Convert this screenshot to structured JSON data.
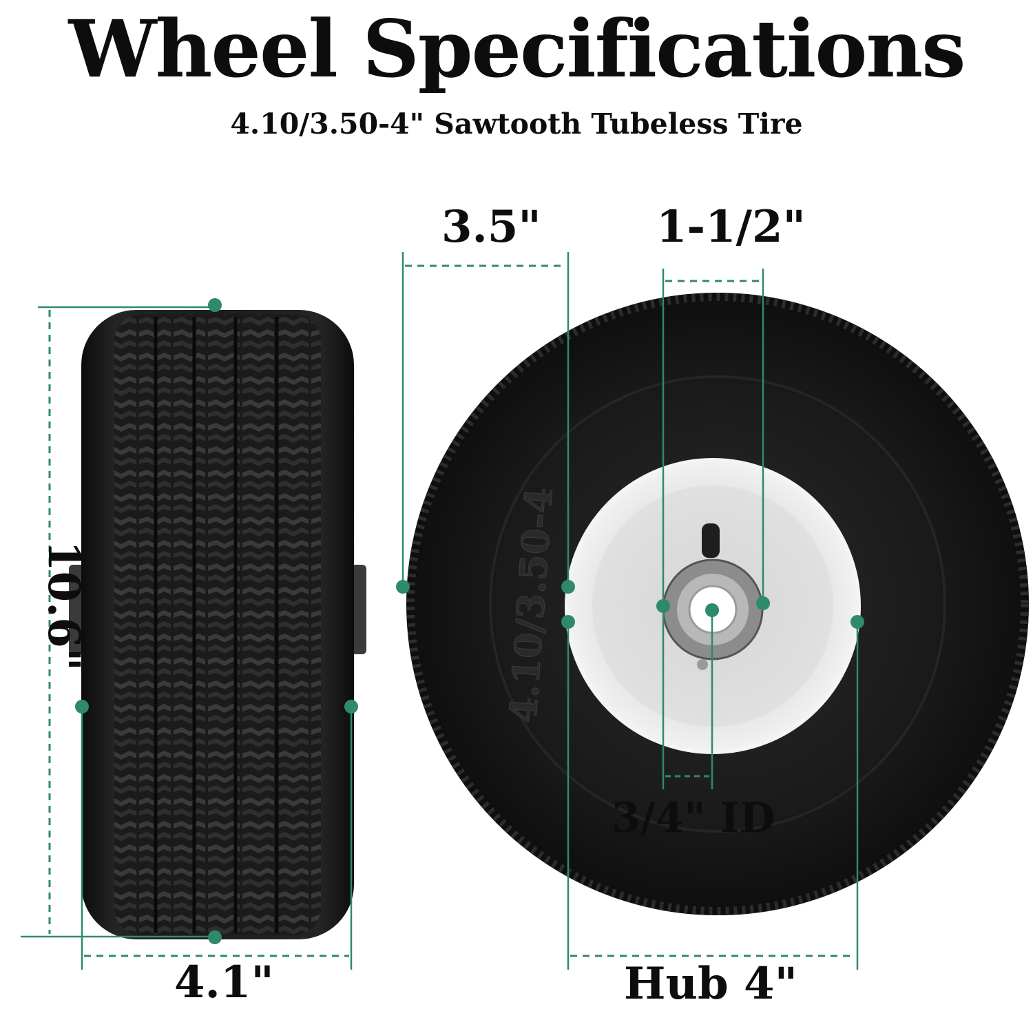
{
  "header": {
    "title": "Wheel Specifications",
    "subtitle": "4.10/3.50-4\" Sawtooth Tubeless Tire"
  },
  "dimensions": {
    "tread_width": "3.5\"",
    "bore": "1-1/2\"",
    "overall_height": "10.6\"",
    "side_width": "4.1\"",
    "inner_diameter": "3/4\" ID",
    "hub": "Hub 4\""
  },
  "tire": {
    "sidewall_marking": "4.10/3.50-4"
  },
  "colors": {
    "accent": "#2e8a6a",
    "tire": "#161616",
    "rim": "#e8e8e8",
    "text": "#0d0d0d"
  }
}
